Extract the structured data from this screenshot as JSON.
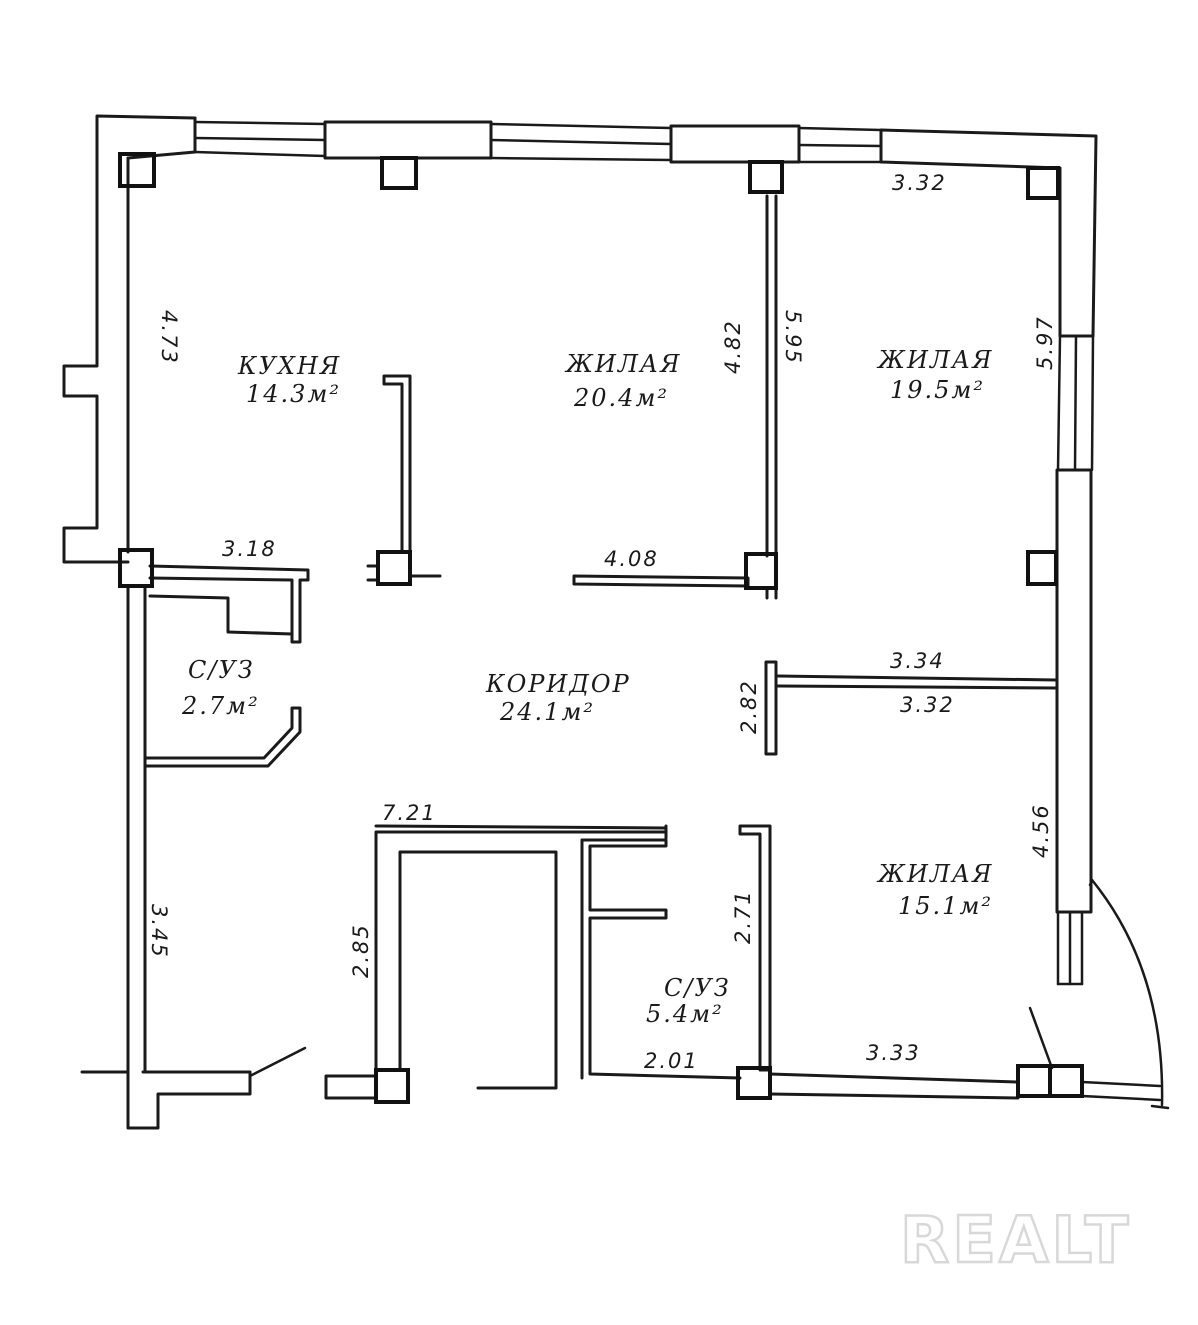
{
  "rooms": {
    "kitchen": {
      "name": "КУХНЯ",
      "area": "14.3м²"
    },
    "living1": {
      "name": "ЖИЛАЯ",
      "area": "20.4м²"
    },
    "living2": {
      "name": "ЖИЛАЯ",
      "area": "19.5м²"
    },
    "living3": {
      "name": "ЖИЛАЯ",
      "area": "15.1м²"
    },
    "corridor": {
      "name": "КОРИДОР",
      "area": "24.1м²"
    },
    "bath1": {
      "name": "С/УЗ",
      "area": "2.7м²"
    },
    "bath2": {
      "name": "С/УЗ",
      "area": "5.4м²"
    }
  },
  "dimensions": {
    "d_332_top": "3.32",
    "d_473": "4.73",
    "d_482": "4.82",
    "d_595": "5.95",
    "d_597": "5.97",
    "d_318": "3.18",
    "d_408": "4.08",
    "d_334": "3.34",
    "d_282": "2.82",
    "d_332_mid": "3.32",
    "d_456": "4.56",
    "d_721": "7.21",
    "d_285": "2.85",
    "d_345": "3.45",
    "d_271": "2.71",
    "d_201": "2.01",
    "d_333": "3.33"
  },
  "watermark": "REALT"
}
